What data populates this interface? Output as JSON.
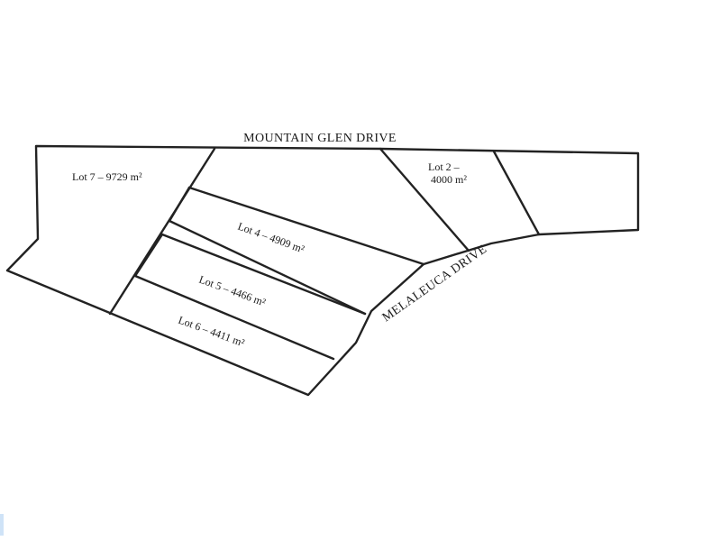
{
  "roads": {
    "mountain_glen": "MOUNTAIN GLEN DRIVE",
    "melaleuca": "MELALEUCA DRIVE"
  },
  "lots": {
    "lot7": {
      "line1": "Lot 7 – 9729 m²"
    },
    "lot2": {
      "line1": "Lot 2 –",
      "line2": "4000 m²"
    },
    "lot4": {
      "line1": "Lot 4 – 4909 m²"
    },
    "lot5": {
      "line1": "Lot 5 – 4466 m²"
    },
    "lot6": {
      "line1": "Lot 6 – 4411 m²"
    }
  },
  "colors": {
    "lines": "#222222",
    "text": "#1a1a1a",
    "background": "#ffffff"
  }
}
